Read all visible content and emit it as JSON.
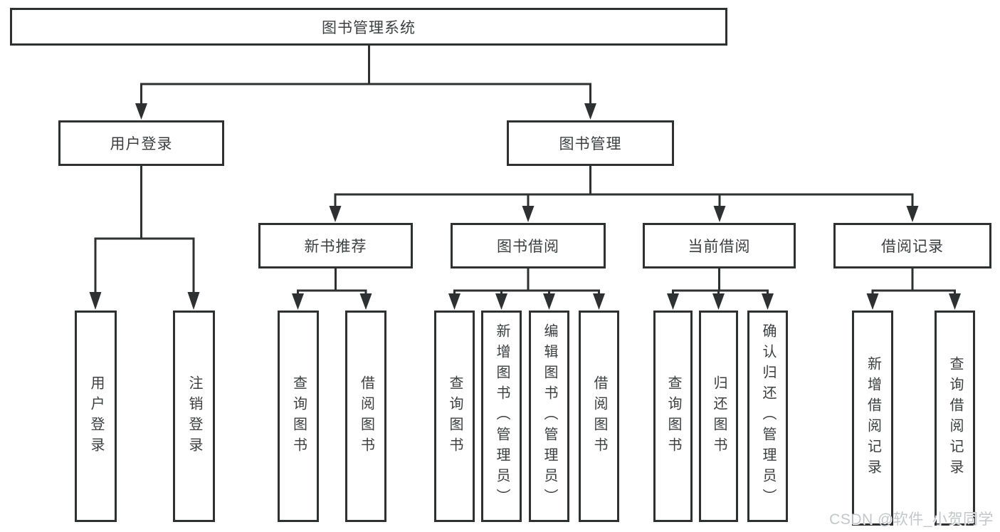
{
  "nodes": {
    "root": {
      "label": "图书管理系统"
    },
    "branches": [
      {
        "label": "用户登录"
      },
      {
        "label": "图书管理"
      }
    ],
    "modules": [
      {
        "label": "新书推荐",
        "parent": "图书管理"
      },
      {
        "label": "图书借阅",
        "parent": "图书管理"
      },
      {
        "label": "当前借阅",
        "parent": "图书管理"
      },
      {
        "label": "借阅记录",
        "parent": "图书管理"
      }
    ],
    "leaves": [
      {
        "label": "用户登录",
        "parent": "用户登录"
      },
      {
        "label": "注销登录",
        "parent": "用户登录"
      },
      {
        "label": "查询图书",
        "parent": "新书推荐"
      },
      {
        "label": "借阅图书",
        "parent": "新书推荐"
      },
      {
        "label": "查询图书",
        "parent": "图书借阅"
      },
      {
        "label": "新增图书（管理员）",
        "parent": "图书借阅"
      },
      {
        "label": "编辑图书（管理员）",
        "parent": "图书借阅"
      },
      {
        "label": "借阅图书",
        "parent": "图书借阅"
      },
      {
        "label": "查询图书",
        "parent": "当前借阅"
      },
      {
        "label": "归还图书",
        "parent": "当前借阅"
      },
      {
        "label": "确认归还（管理员）",
        "parent": "当前借阅"
      },
      {
        "label": "新增借阅记录",
        "parent": "借阅记录"
      },
      {
        "label": "查询借阅记录",
        "parent": "借阅记录"
      }
    ]
  },
  "watermark": "CSDN @软件_小贺同学",
  "colors": {
    "line": "#2e3032",
    "text": "#3c3e40",
    "background": "#ffffff",
    "watermark": "#c3c6cb"
  }
}
